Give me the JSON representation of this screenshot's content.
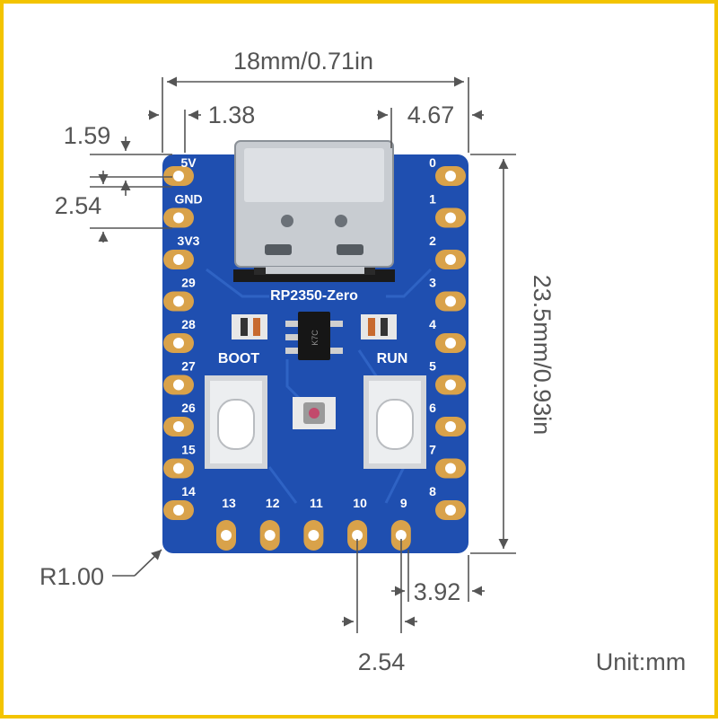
{
  "colors": {
    "frame": "#f3c400",
    "pcb": "#1f4fb0",
    "pad_gold": "#d9a24a",
    "dimension_line": "#555555"
  },
  "dimensions": {
    "width": "18mm/0.71in",
    "height": "23.5mm/0.93in",
    "left_inset": "1.38",
    "right_inset": "4.67",
    "top_offset": "1.59",
    "pin_pitch_left": "2.54",
    "corner_radius": "R1.00",
    "bottom_offset": "3.92",
    "pin_pitch_bottom": "2.54",
    "unit": "Unit:mm"
  },
  "board": {
    "name": "RP2350-Zero",
    "boot_label": "BOOT",
    "run_label": "RUN",
    "chip_marking": "K7C",
    "left_pins": [
      "5V",
      "GND",
      "3V3",
      "29",
      "28",
      "27",
      "26",
      "15",
      "14"
    ],
    "right_pins": [
      "0",
      "1",
      "2",
      "3",
      "4",
      "5",
      "6",
      "7",
      "8"
    ],
    "bottom_pins": [
      "13",
      "12",
      "11",
      "10",
      "9"
    ]
  },
  "icons": {
    "usb": "usb-c-connector-icon",
    "led": "rgb-led-icon",
    "buttons": "tactile-button-icon"
  }
}
